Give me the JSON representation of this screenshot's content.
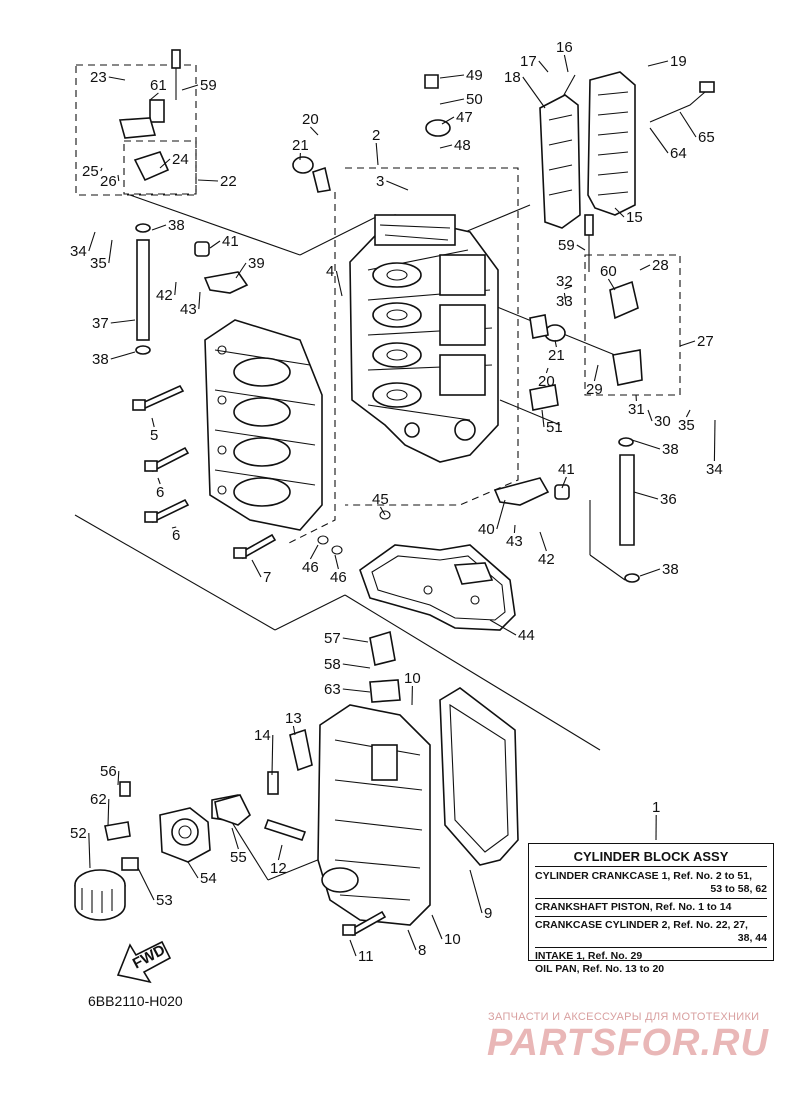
{
  "callouts": [
    {
      "num": "1"
    },
    {
      "num": "2"
    },
    {
      "num": "3"
    },
    {
      "num": "4"
    },
    {
      "num": "5"
    },
    {
      "num": "6"
    },
    {
      "num": "6"
    },
    {
      "num": "7"
    },
    {
      "num": "8"
    },
    {
      "num": "9"
    },
    {
      "num": "10"
    },
    {
      "num": "10"
    },
    {
      "num": "11"
    },
    {
      "num": "12"
    },
    {
      "num": "13"
    },
    {
      "num": "14"
    },
    {
      "num": "15"
    },
    {
      "num": "16"
    },
    {
      "num": "17"
    },
    {
      "num": "18"
    },
    {
      "num": "19"
    },
    {
      "num": "20"
    },
    {
      "num": "20"
    },
    {
      "num": "21"
    },
    {
      "num": "21"
    },
    {
      "num": "22"
    },
    {
      "num": "23"
    },
    {
      "num": "24"
    },
    {
      "num": "25"
    },
    {
      "num": "26"
    },
    {
      "num": "27"
    },
    {
      "num": "28"
    },
    {
      "num": "29"
    },
    {
      "num": "30"
    },
    {
      "num": "31"
    },
    {
      "num": "32"
    },
    {
      "num": "33"
    },
    {
      "num": "34"
    },
    {
      "num": "34"
    },
    {
      "num": "35"
    },
    {
      "num": "35"
    },
    {
      "num": "36"
    },
    {
      "num": "37"
    },
    {
      "num": "38"
    },
    {
      "num": "38"
    },
    {
      "num": "38"
    },
    {
      "num": "38"
    },
    {
      "num": "39"
    },
    {
      "num": "40"
    },
    {
      "num": "41"
    },
    {
      "num": "41"
    },
    {
      "num": "42"
    },
    {
      "num": "42"
    },
    {
      "num": "43"
    },
    {
      "num": "43"
    },
    {
      "num": "44"
    },
    {
      "num": "45"
    },
    {
      "num": "46"
    },
    {
      "num": "46"
    },
    {
      "num": "47"
    },
    {
      "num": "48"
    },
    {
      "num": "49"
    },
    {
      "num": "50"
    },
    {
      "num": "51"
    },
    {
      "num": "52"
    },
    {
      "num": "53"
    },
    {
      "num": "54"
    },
    {
      "num": "55"
    },
    {
      "num": "56"
    },
    {
      "num": "57"
    },
    {
      "num": "58"
    },
    {
      "num": "59"
    },
    {
      "num": "59"
    },
    {
      "num": "60"
    },
    {
      "num": "61"
    },
    {
      "num": "62"
    },
    {
      "num": "63"
    },
    {
      "num": "64"
    },
    {
      "num": "65"
    }
  ],
  "info_box": {
    "title": "CYLINDER BLOCK ASSY",
    "line1": "CYLINDER CRANKCASE 1,  Ref. No. 2 to 51,",
    "line1b": "53 to 58, 62",
    "line2": "CRANKSHAFT PISTON,  Ref. No. 1 to 14",
    "line3": "CRANKCASE CYLINDER 2,  Ref. No. 22, 27,",
    "line3b": "38, 44",
    "line4": "INTAKE 1,  Ref. No. 29",
    "line5": "OIL PAN,  Ref. No. 13 to 20"
  },
  "fwd_label": "FWD",
  "diagram_code": "6BB2110-H020",
  "watermark": {
    "tagline": "ЗАПЧАСТИ И АКСЕССУАРЫ ДЛЯ МОТОТЕХНИКИ",
    "logo": "PARTSFOR.RU"
  }
}
